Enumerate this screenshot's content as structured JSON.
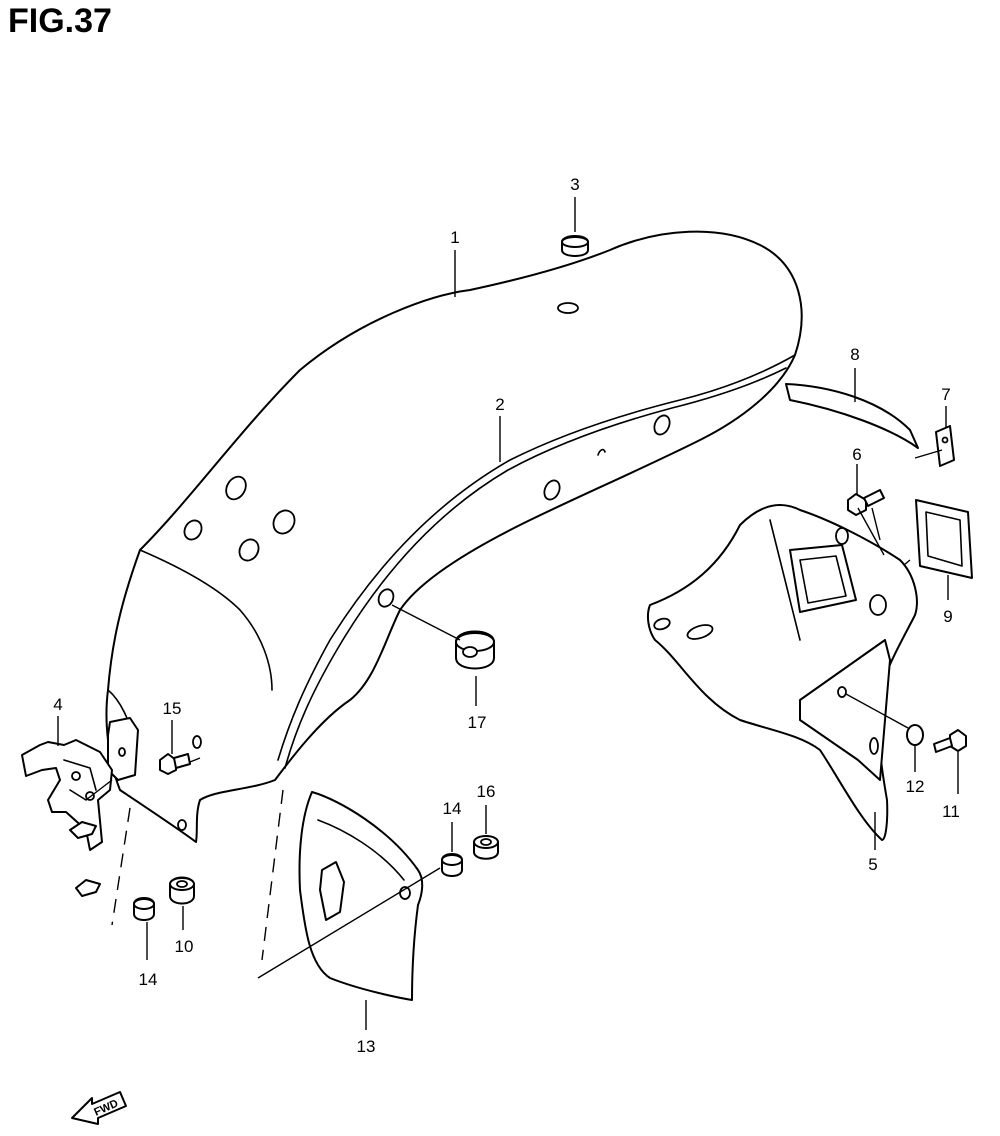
{
  "figure": {
    "title": "FIG.37"
  },
  "callouts": {
    "c1": "1",
    "c2": "2",
    "c3": "3",
    "c4": "4",
    "c5": "5",
    "c6": "6",
    "c7": "7",
    "c8": "8",
    "c9": "9",
    "c10": "10",
    "c11": "11",
    "c12": "12",
    "c13": "13",
    "c14a": "14",
    "c14b": "14",
    "c15": "15",
    "c16": "16",
    "c17": "17"
  },
  "fwd_marker": {
    "label": "FWD"
  }
}
